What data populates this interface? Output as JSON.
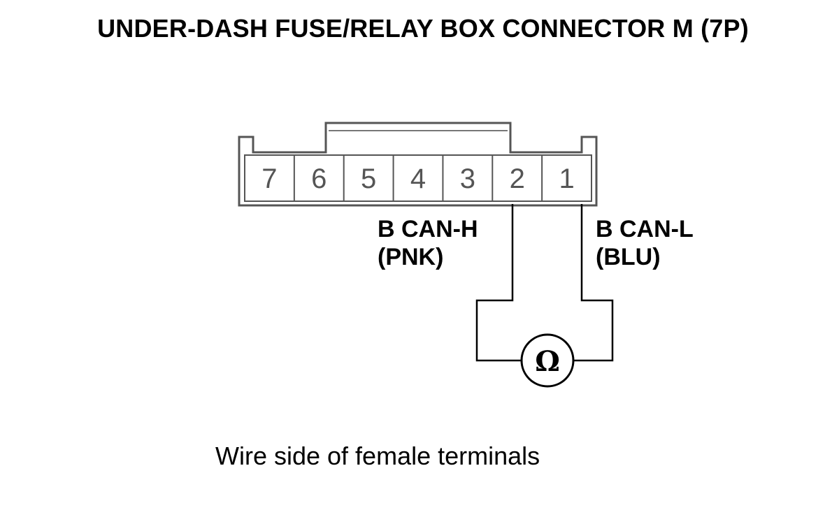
{
  "title": "UNDER-DASH FUSE/RELAY BOX CONNECTOR M (7P)",
  "connector": {
    "terminals": [
      "7",
      "6",
      "5",
      "4",
      "3",
      "2",
      "1"
    ]
  },
  "wires": [
    {
      "terminal": "2",
      "signal": "B CAN-H",
      "color_code": "(PNK)"
    },
    {
      "terminal": "1",
      "signal": "B CAN-L",
      "color_code": "(BLU)"
    }
  ],
  "meter": {
    "symbol": "Ω"
  },
  "caption": "Wire side of female terminals"
}
